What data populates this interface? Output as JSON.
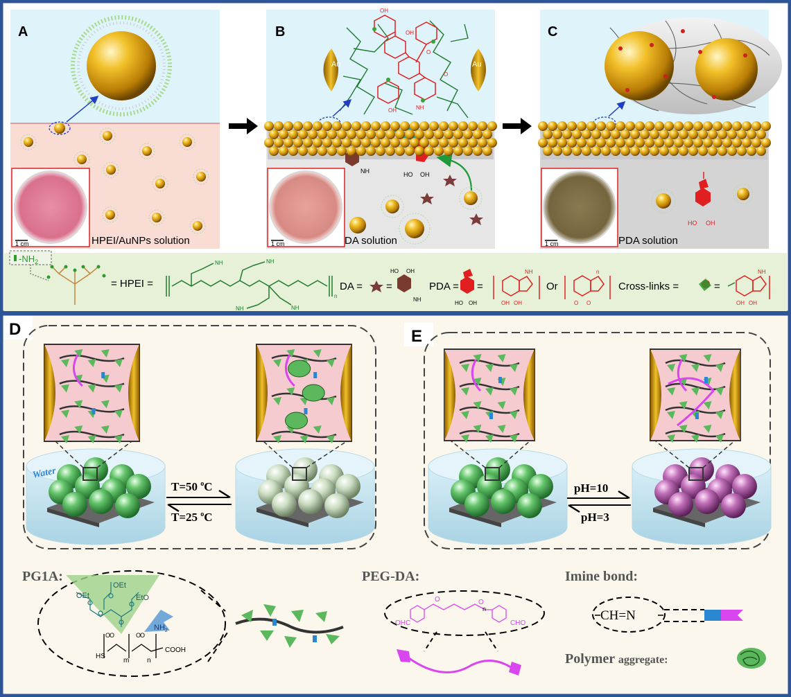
{
  "top": {
    "panels": [
      {
        "letter": "A",
        "caption": "HPEI/AuNPs solution",
        "scale": "1 cm"
      },
      {
        "letter": "B",
        "caption": "DA solution",
        "scale": "1 cm",
        "au_left": "Au",
        "au_right": "Au"
      },
      {
        "letter": "C",
        "caption": "PDA solution",
        "scale": "1 cm"
      }
    ],
    "legend": {
      "nh2": "-NH",
      "nh2_sub": "2",
      "hpei": "= HPEI =",
      "da": "DA =",
      "da_eq": "=",
      "pda": "PDA =",
      "pda_eq": "=",
      "or": "Or",
      "crosslinks": "Cross-links =",
      "cl_eq": "=",
      "chem": {
        "oh": "OH",
        "ho": "HO",
        "nh2": "NH",
        "sub2": "2",
        "nh": "NH",
        "o": "O",
        "n": "n",
        "h": "H",
        "n_atom": "N"
      }
    },
    "colors": {
      "border": "#2e5597",
      "pink": "#f9dcd4",
      "sky": "#dff3fb",
      "gold": "#e0a514",
      "green": "#3aa43a",
      "red": "#e02020",
      "bottom": "#e6f1d8"
    }
  },
  "bottom": {
    "panel_d": {
      "letter": "D",
      "water": "Water",
      "forward": "T=50 ",
      "forward_sup": "o",
      "forward_unit": "C",
      "reverse": "T=25 ",
      "reverse_sup": "o",
      "reverse_unit": "C"
    },
    "panel_e": {
      "letter": "E",
      "forward": "pH=10",
      "reverse": "pH=3"
    },
    "pg1a": {
      "label": "PG1A:",
      "oet1": "OEt",
      "oet2": "OEt",
      "eto": "EtO",
      "nh2": "NH",
      "nh2_sub": "2",
      "hs": "HS",
      "m": "m",
      "n": "n",
      "cooh": "COOH",
      "o": "O"
    },
    "pegda": {
      "label": "PEG-DA:",
      "cho_left": "OHC",
      "cho_right": "CHO",
      "n": "n",
      "o": "O"
    },
    "imine": {
      "label": "Imine bond:",
      "formula": "CH=N"
    },
    "aggregate": {
      "label_bold": "Polymer",
      "label_rest": "aggregate:"
    },
    "colors": {
      "border": "#2e5597",
      "bg": "#fbf7ec",
      "green_sphere": "#5cb85c",
      "purple_sphere": "#b05aa8",
      "magenta": "#d946ef",
      "blue_tag": "#2b86d1"
    }
  }
}
